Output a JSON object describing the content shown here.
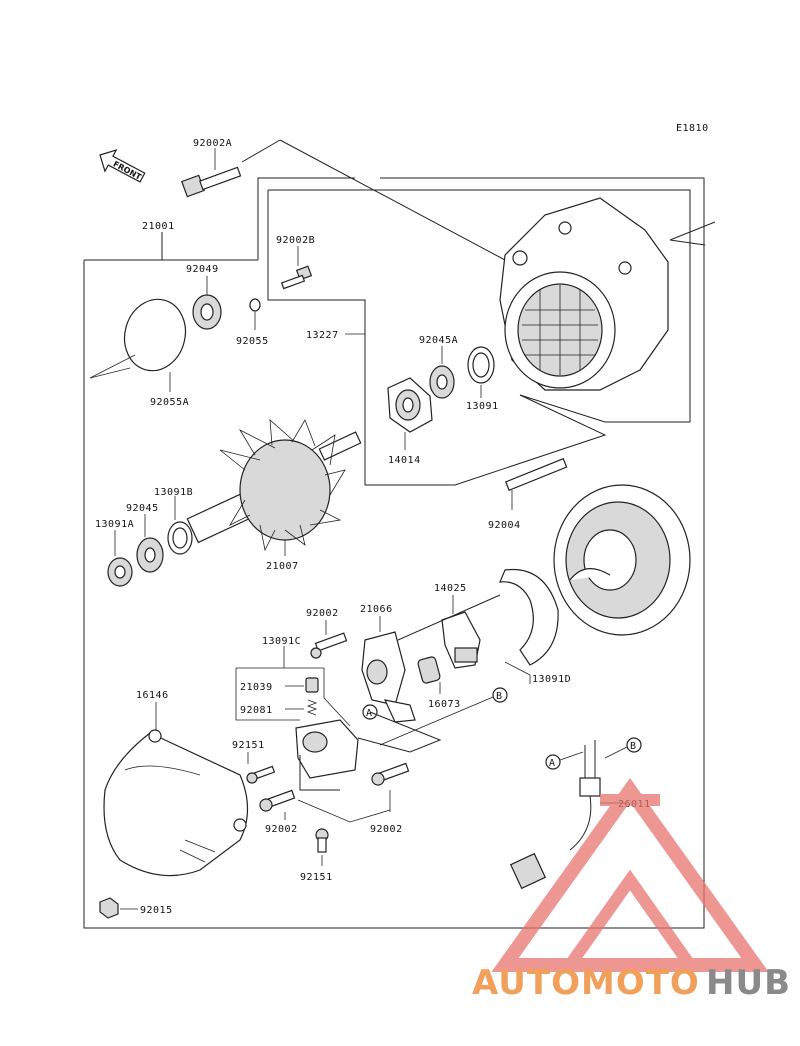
{
  "diagram_code": "E1810",
  "front_label": "FRONT",
  "parts": {
    "p92002A": "92002A",
    "p21001": "21001",
    "p92002B": "92002B",
    "p92049": "92049",
    "p92055": "92055",
    "p13227": "13227",
    "p92045A": "92045A",
    "p92055A": "92055A",
    "p13091": "13091",
    "p14014": "14014",
    "p13091B": "13091B",
    "p92045": "92045",
    "p13091A": "13091A",
    "p21007": "21007",
    "p92004": "92004",
    "p14025": "14025",
    "p92002_a": "92002",
    "p21066": "21066",
    "p13091C": "13091C",
    "p21039": "21039",
    "p92081": "92081",
    "p16073": "16073",
    "p13091D": "13091D",
    "p16146": "16146",
    "p92151_a": "92151",
    "p92002_b": "92002",
    "p92002_c": "92002",
    "p92151_b": "92151",
    "p92015": "92015",
    "p26011": "26011"
  },
  "callouts": {
    "a": "A",
    "b": "B"
  },
  "watermark": {
    "part1": "AUTOMOTO",
    "part2": "HUB",
    "color1": "#f0a05a",
    "color2": "#8a8a8a",
    "logo_color": "#e8746e"
  }
}
